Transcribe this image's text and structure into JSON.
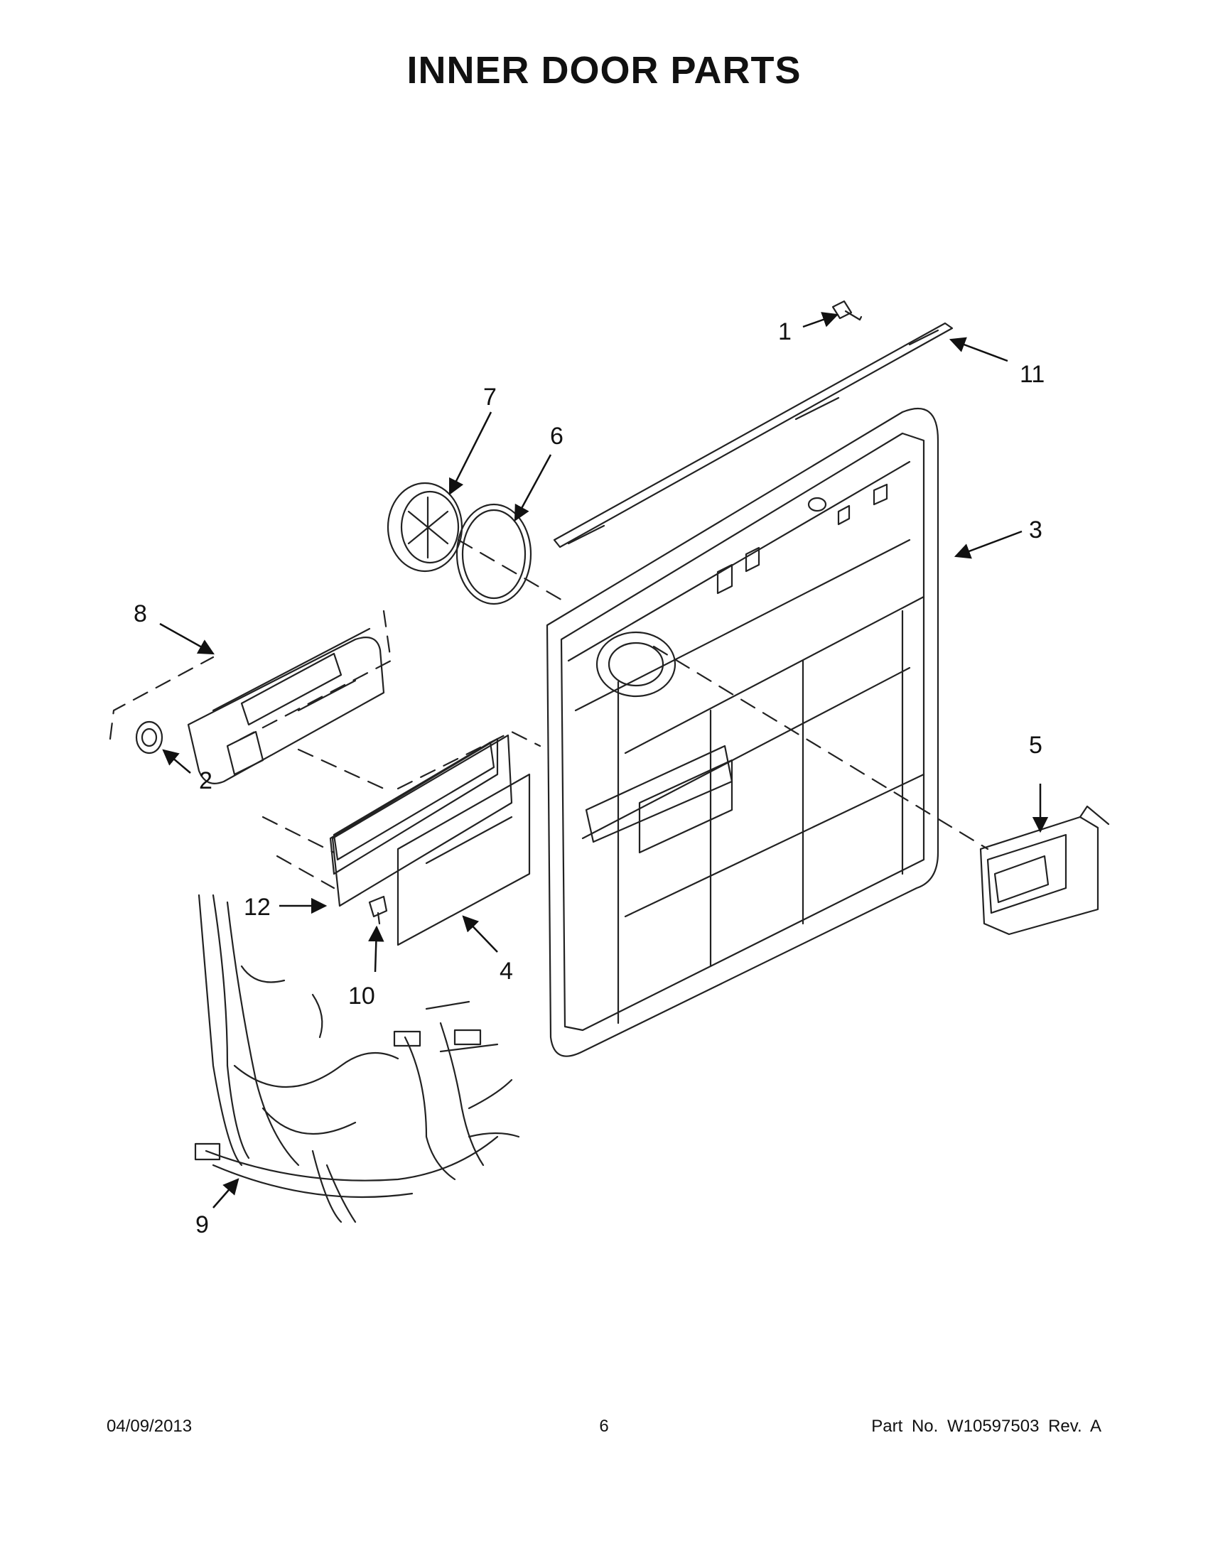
{
  "title": "INNER DOOR PARTS",
  "callouts": {
    "c1": "1",
    "c2": "2",
    "c3": "3",
    "c4": "4",
    "c5": "5",
    "c6": "6",
    "c7": "7",
    "c8": "8",
    "c9": "9",
    "c10": "10",
    "c11": "11",
    "c12": "12"
  },
  "footer": {
    "date": "04/09/2013",
    "page": "6",
    "part": "Part No.  W10597503  Rev.  A"
  }
}
